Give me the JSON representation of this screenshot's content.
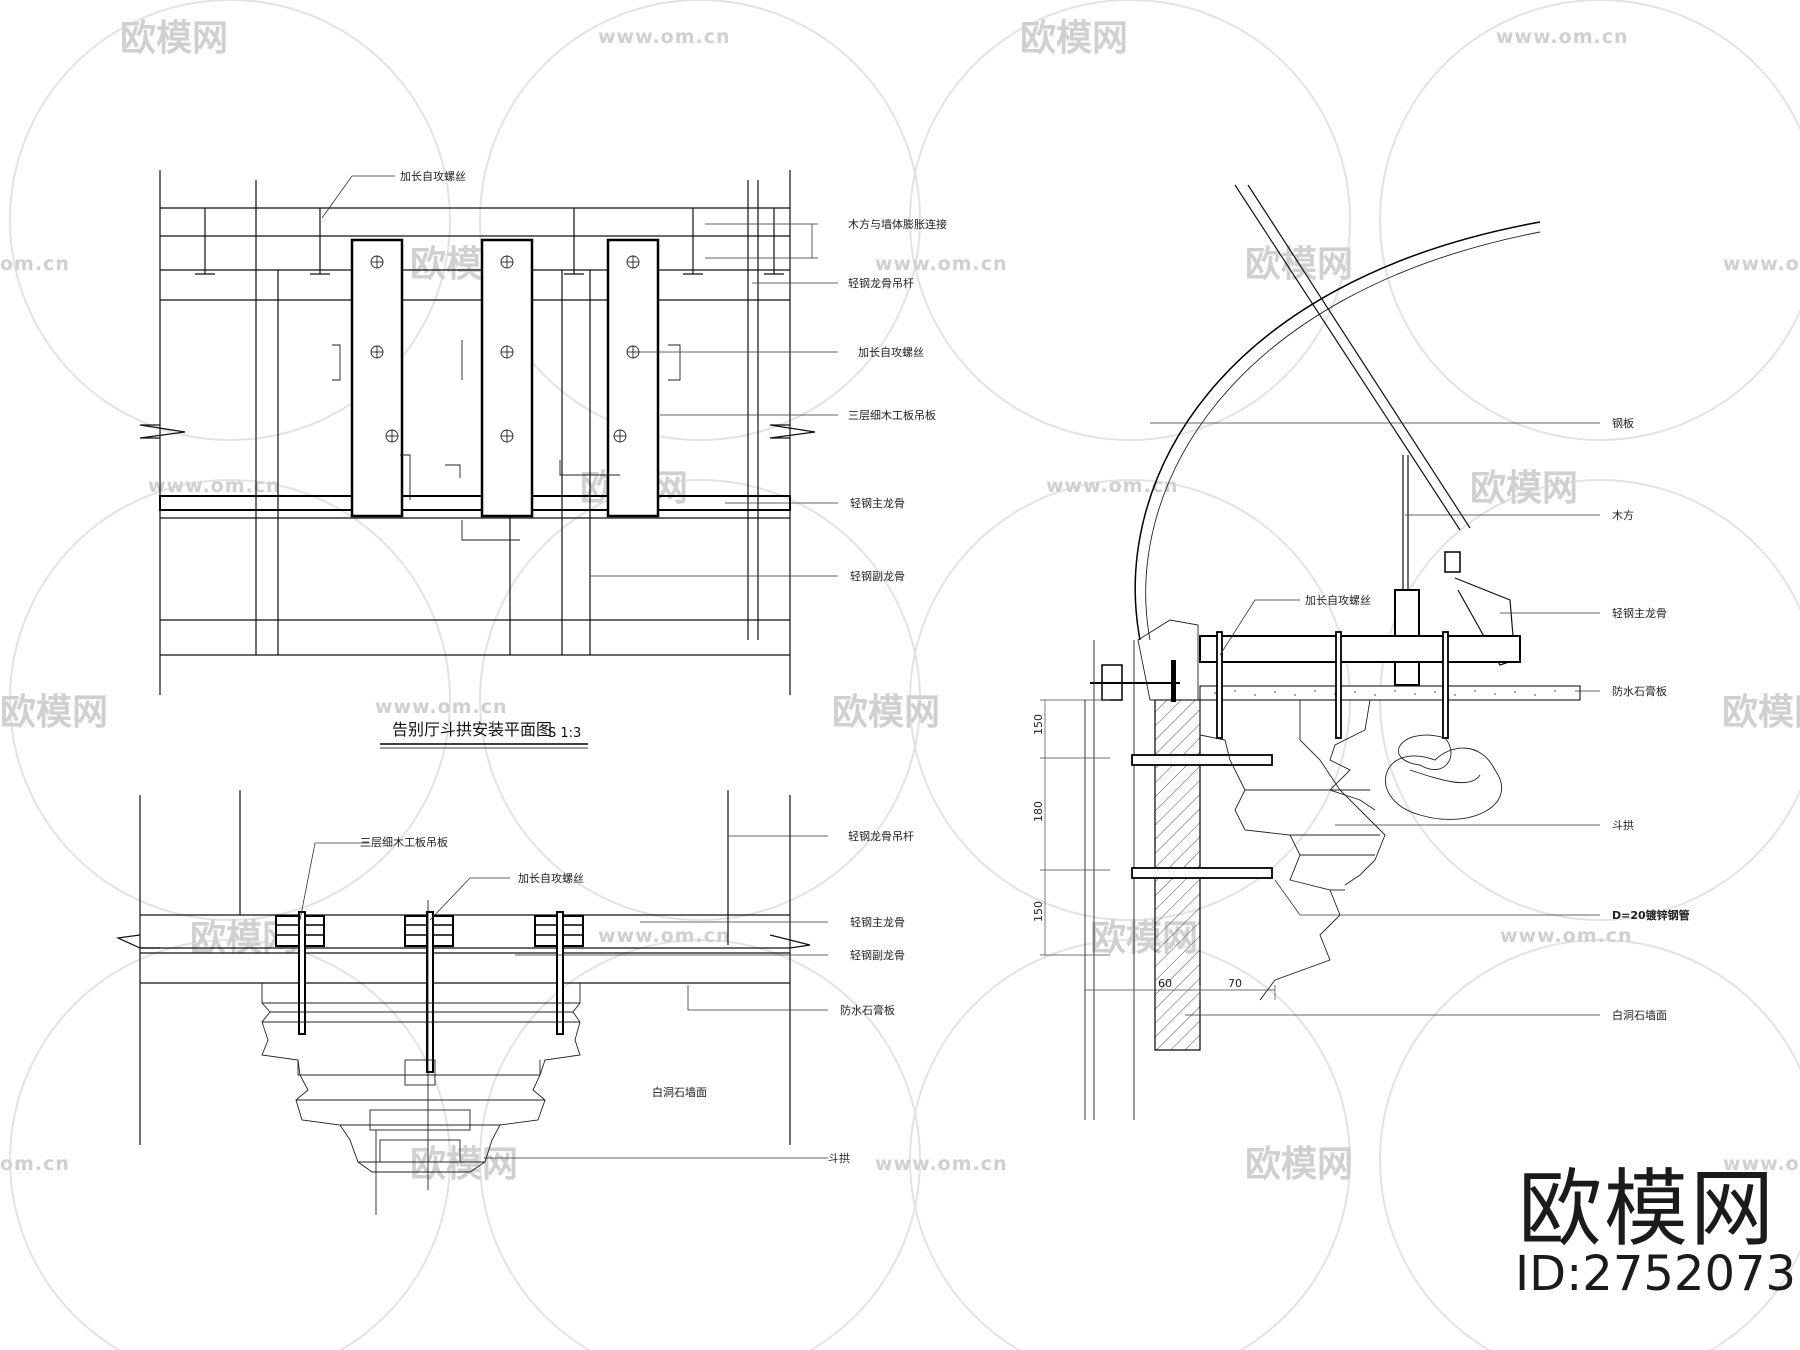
{
  "brand": {
    "logo_text": "欧模网",
    "id_text": "ID:2752073"
  },
  "watermark": {
    "brand": "欧模网",
    "url": "www.om.cn",
    "url_partial": "om.cn"
  },
  "plan_view": {
    "title": "告别厅斗拱安装平面图",
    "scale": "S 1:3",
    "labels": {
      "screw_top": "加长自攻螺丝",
      "wood_wall": "木方与墙体膨胀连接",
      "hanger": "轻钢龙骨吊杆",
      "screw_mid": "加长自攻螺丝",
      "plywood": "三层细木工板吊板",
      "main_keel": "轻钢主龙骨",
      "sub_keel": "轻钢副龙骨"
    }
  },
  "front_view": {
    "labels": {
      "plywood": "三层细木工板吊板",
      "screw": "加长自攻螺丝",
      "hanger": "轻钢龙骨吊杆",
      "main_keel": "轻钢主龙骨",
      "sub_keel": "轻钢副龙骨",
      "gypsum": "防水石膏板",
      "marble": "白洞石墙面",
      "dougong": "斗拱"
    }
  },
  "section_view": {
    "labels": {
      "steel_plate": "钢板",
      "wood": "木方",
      "screw": "加长自攻螺丝",
      "main_keel": "轻钢主龙骨",
      "gypsum": "防水石膏板",
      "dougong": "斗拱",
      "pipe": "D=20镀锌钢管",
      "marble": "白洞石墙面"
    },
    "dims": {
      "d1": "150",
      "d2": "180",
      "d3": "150",
      "d4": "60",
      "d5": "70"
    }
  }
}
